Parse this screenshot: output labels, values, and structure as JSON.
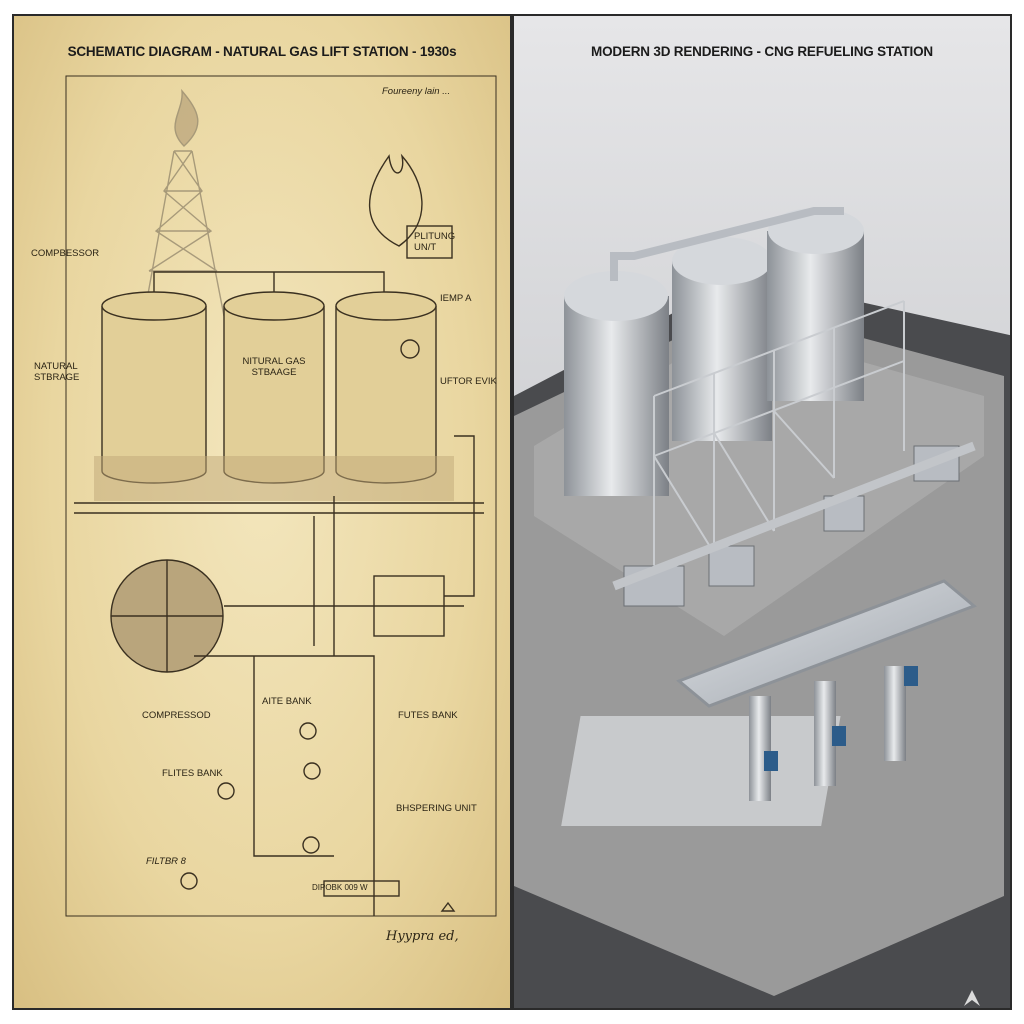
{
  "left_panel": {
    "title": "SCHEMATIC DIAGRAM - NATURAL GAS LIFT STATION - 1930s",
    "labels": {
      "compressor_top": "COMPBESSOR",
      "natural_storage": "NATURAL STBRAGE",
      "natural_gas_storage": "NITURAL GAS STBAAGE",
      "plotting_unit": "PLITUNG UN/T",
      "temp_a": "IEMP A",
      "vector_evik": "UFTOR EVIK",
      "aite_bank": "AITE BANK",
      "compressor_mid": "COMPRESSOD",
      "futes_bank": "FUTES BANK",
      "filter_bank": "FLITES BANK",
      "dispensing_unit": "BHSPERING UNIT",
      "filter_b": "FILTBR 8",
      "dispenser_box": "DIPOBK 009 W",
      "note_top": "Foureeny lain ..."
    },
    "signature": "Hyypra ed,"
  },
  "right_panel": {
    "title": "MODERN 3D RENDERING - CNG REFUELING STATION"
  },
  "colors": {
    "paper": "#e9d6a0",
    "ink": "#2b2415",
    "steel": "#b8bcc2",
    "asphalt": "#4a4b4e",
    "gravel": "#9a9a9a"
  }
}
